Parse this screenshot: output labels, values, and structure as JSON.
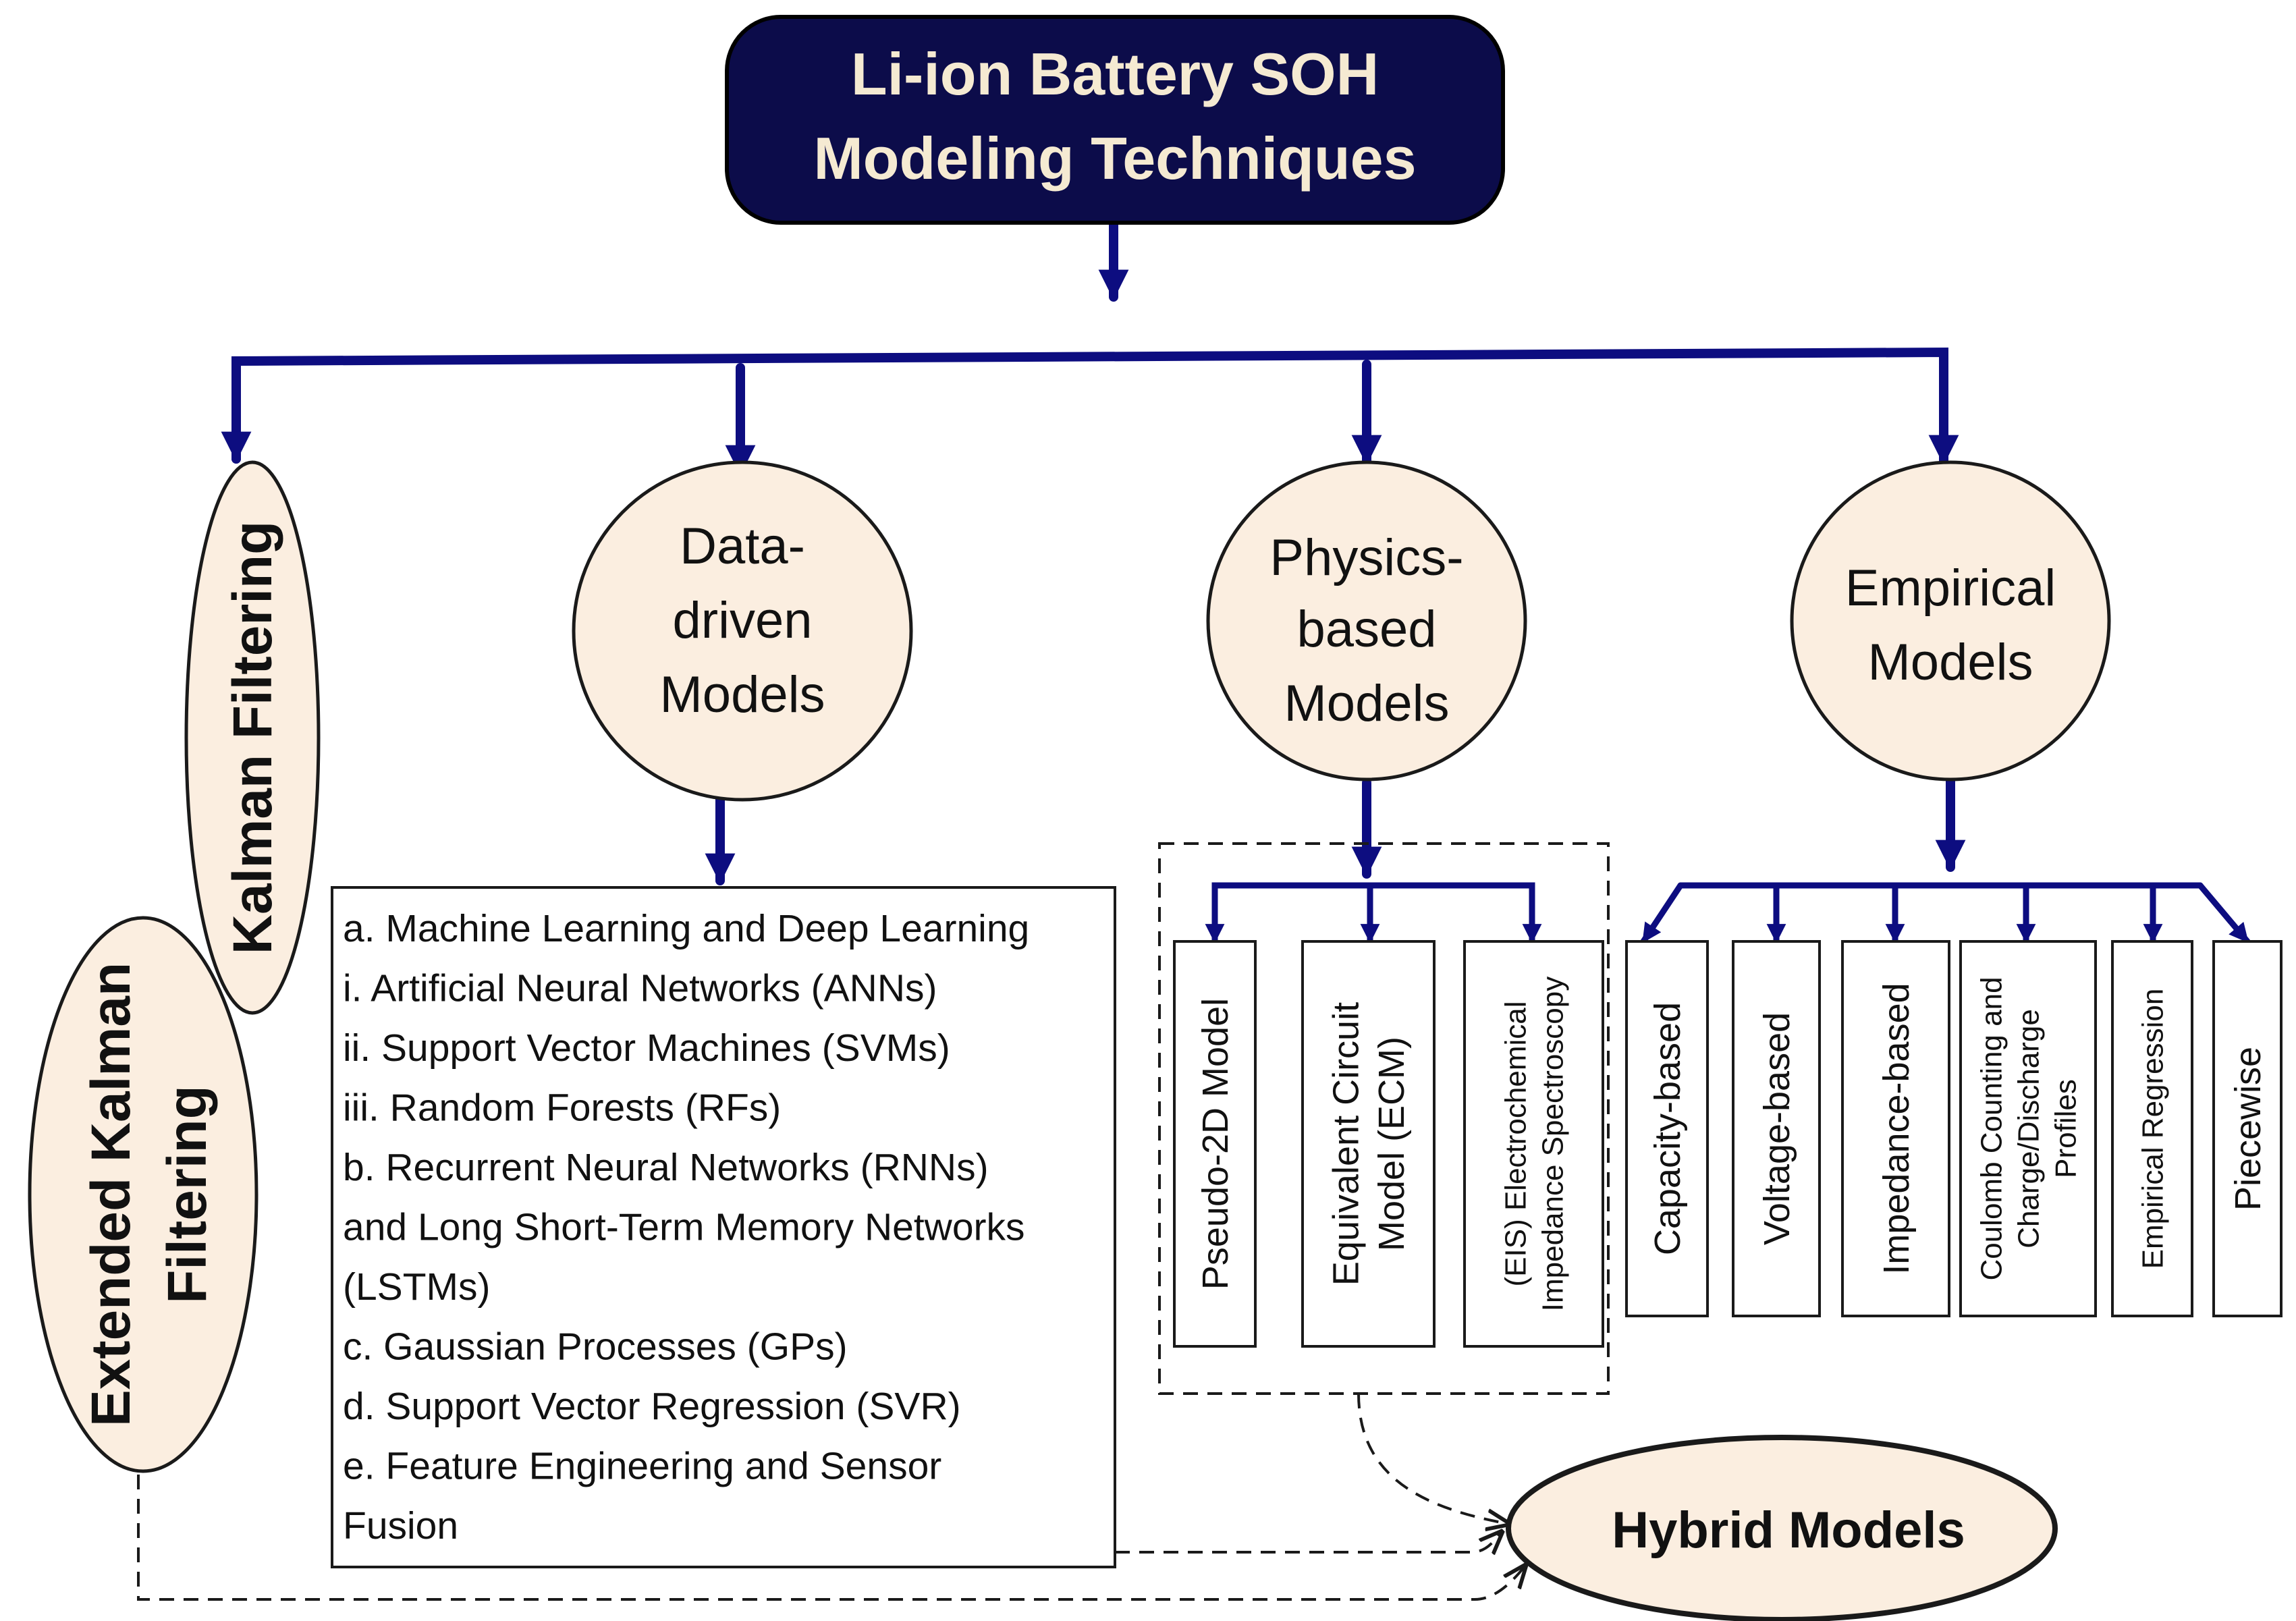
{
  "colors": {
    "arrow": "#0d0d80",
    "title_fill": "#0c0c4a",
    "title_text": "#f5ead2",
    "node_fill": "#fbeee0",
    "box_stroke": "#1a1a1a"
  },
  "root": {
    "line1": "Li-ion Battery SOH",
    "line2": "Modeling Techniques"
  },
  "kalman": {
    "label": "Kalman Filtering"
  },
  "extended_kalman": {
    "line1": "Extended Kalman",
    "line2": "Filtering"
  },
  "data_driven": {
    "line1": "Data-",
    "line2": "driven",
    "line3": "Models",
    "list": [
      "a. Machine Learning and Deep Learning",
      "i. Artificial Neural Networks (ANNs)",
      "ii. Support Vector Machines (SVMs)",
      "iii. Random Forests (RFs)",
      "b. Recurrent Neural Networks (RNNs)",
      "and Long Short-Term Memory Networks",
      "(LSTMs)",
      "c. Gaussian Processes (GPs)",
      "d. Support Vector Regression (SVR)",
      "e. Feature Engineering and Sensor",
      "Fusion"
    ]
  },
  "physics": {
    "line1": "Physics-",
    "line2": "based",
    "line3": "Models",
    "sub": [
      {
        "lines": [
          "Pseudo-2D Model"
        ]
      },
      {
        "lines": [
          "Equivalent Circuit",
          "Model (ECM)"
        ]
      },
      {
        "lines": [
          "(EIS) Electrochemical",
          "Impedance Spectroscopy"
        ]
      }
    ]
  },
  "empirical": {
    "line1": "Empirical",
    "line2": "Models",
    "sub": [
      {
        "lines": [
          "Capacity-based"
        ]
      },
      {
        "lines": [
          "Voltage-based"
        ]
      },
      {
        "lines": [
          "Impedance-based"
        ]
      },
      {
        "lines": [
          "Coulomb Counting and",
          "Charge/Discharge",
          "Profiles"
        ]
      },
      {
        "lines": [
          "Empirical Regression"
        ]
      },
      {
        "lines": [
          "Piecewise"
        ]
      }
    ]
  },
  "hybrid": {
    "label": "Hybrid Models"
  }
}
